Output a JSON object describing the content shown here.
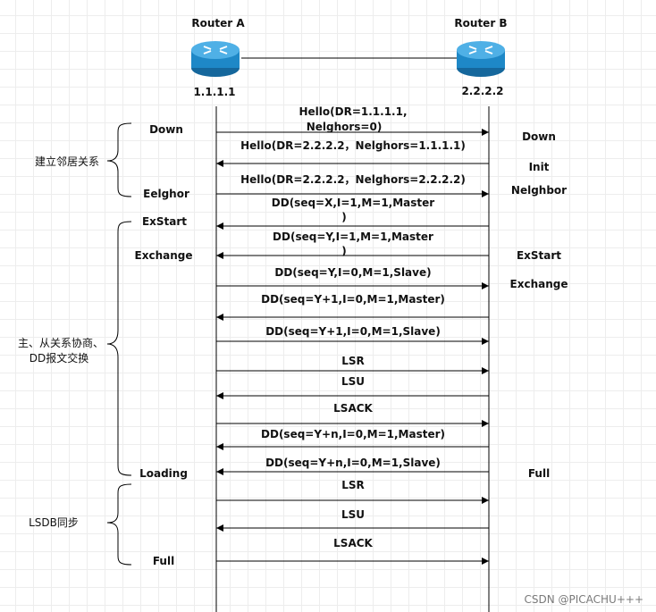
{
  "routers": {
    "a": {
      "name": "Router A",
      "id": "1.1.1.1",
      "icon": "router-icon"
    },
    "b": {
      "name": "Router B",
      "id": "2.2.2.2",
      "icon": "router-icon"
    }
  },
  "colors": {
    "router_body": "#1e88c7",
    "router_top": "#4fb0e6",
    "line": "#000000"
  },
  "messages": [
    {
      "label": "Hello(DR=1.1.1.1,",
      "label2": "Nelghors=0)",
      "dir": "right"
    },
    {
      "label": "Hello(DR=2.2.2.2，Nelghors=1.1.1.1)",
      "dir": "left"
    },
    {
      "label": "Hello(DR=2.2.2.2，Nelghors=2.2.2.2)",
      "dir": "right"
    },
    {
      "label": "DD(seq=X,I=1,M=1,Master",
      "label2": ")",
      "dir": "left"
    },
    {
      "label": "DD(seq=Y,I=1,M=1,Master",
      "label2": ")",
      "dir": "left"
    },
    {
      "label": "DD(seq=Y,I=0,M=1,Slave)",
      "dir": "right"
    },
    {
      "label": "DD(seq=Y+1,I=0,M=1,Master)",
      "dir": "left"
    },
    {
      "label": "DD(seq=Y+1,I=0,M=1,Slave)",
      "dir": "right"
    },
    {
      "label": "LSR",
      "dir": "right"
    },
    {
      "label": "LSU",
      "dir": "left"
    },
    {
      "label": "LSACK",
      "dir": "right"
    },
    {
      "label": "DD(seq=Y+n,I=0,M=1,Master)",
      "dir": "left"
    },
    {
      "label": "DD(seq=Y+n,I=0,M=1,Slave)",
      "dir": "left"
    },
    {
      "label": "LSR",
      "dir": "right"
    },
    {
      "label": "LSU",
      "dir": "left"
    },
    {
      "label": "LSACK",
      "dir": "right"
    }
  ],
  "states_a": [
    "Down",
    "Eelghor",
    "ExStart",
    "Exchange",
    "Loading",
    "Full"
  ],
  "states_b": [
    "Down",
    "Init",
    "Nelghbor",
    "ExStart",
    "Exchange",
    "Full"
  ],
  "phases": [
    "建立邻居关系",
    "主、从关系协商、",
    "DD报文交换",
    "LSDB同步"
  ],
  "watermark": "CSDN @PICACHU+++"
}
